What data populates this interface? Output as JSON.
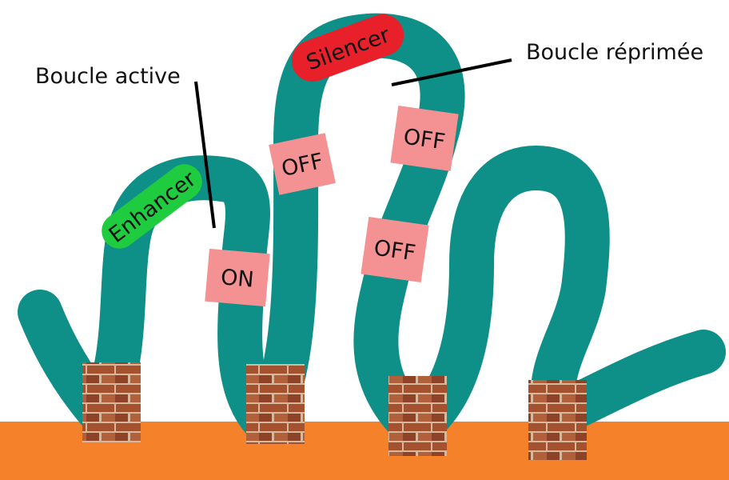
{
  "labels": {
    "active_loop": "Boucle active",
    "repressed_loop": "Boucle réprimée"
  },
  "elements": {
    "enhancer": "Enhancer",
    "silencer": "Silencer"
  },
  "states": [
    {
      "id": "on-1",
      "text": "ON"
    },
    {
      "id": "off-1",
      "text": "OFF"
    },
    {
      "id": "off-2",
      "text": "OFF"
    },
    {
      "id": "off-3",
      "text": "OFF"
    }
  ],
  "colors": {
    "chromatin": "#0e8f88",
    "floor": "#f5822a",
    "state_box": "#f49193",
    "enhancer": "#1fcc3f",
    "silencer": "#e8202a"
  }
}
